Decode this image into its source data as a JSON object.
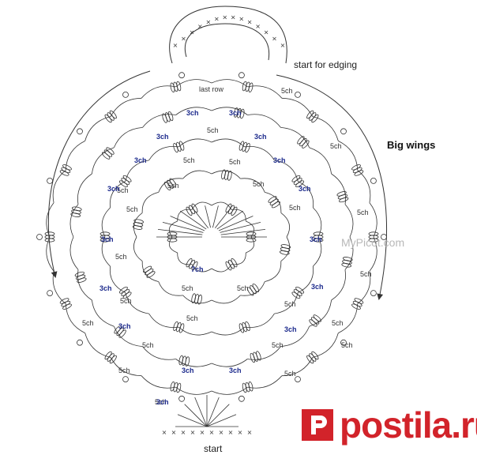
{
  "labels": {
    "start_for_edging": "start for edging",
    "big_wings": "Big wings",
    "last_row": "last row",
    "start": "start",
    "watermark": "MyPicot.com"
  },
  "chain_labels": {
    "ch5": "5ch",
    "ch3": "3ch",
    "ch7": "7ch"
  },
  "brand": {
    "logo_text": "postila.ru",
    "logo_color": "#d2232a"
  },
  "colors": {
    "stroke": "#333333",
    "label_blue": "#1c2a8c",
    "watermark": "#b8b8b8"
  }
}
